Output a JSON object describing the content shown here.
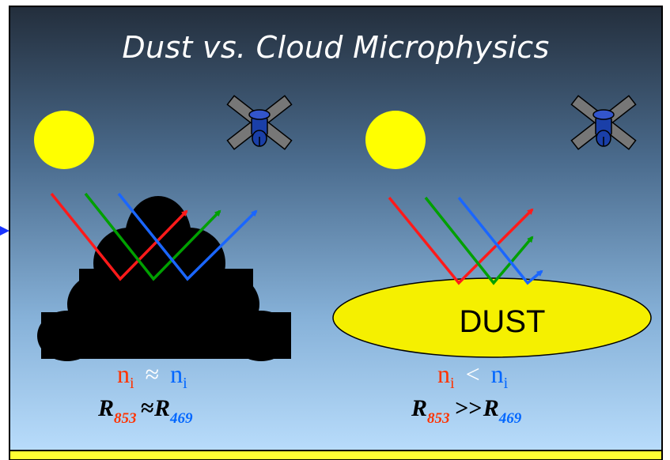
{
  "title": "Dust vs. Cloud Microphysics",
  "dust_label": "DUST",
  "left_relation": {
    "n_base": "n",
    "n_sub": "i",
    "operator": "≈",
    "r_base": "R",
    "r1_sub": "853",
    "r_operator": "≈",
    "r2_sub": "469"
  },
  "right_relation": {
    "n_base": "n",
    "n_sub": "i",
    "operator": "<",
    "r_base": "R",
    "r1_sub": "853",
    "r_operator": ">>",
    "r2_sub": "469"
  },
  "colors": {
    "red": "#ff1a1a",
    "green": "#00a000",
    "blue": "#1a66ff",
    "sun": "#ffff00",
    "dust": "#f5f000",
    "sub_red": "#ff3300",
    "sub_blue": "#0066ff"
  }
}
